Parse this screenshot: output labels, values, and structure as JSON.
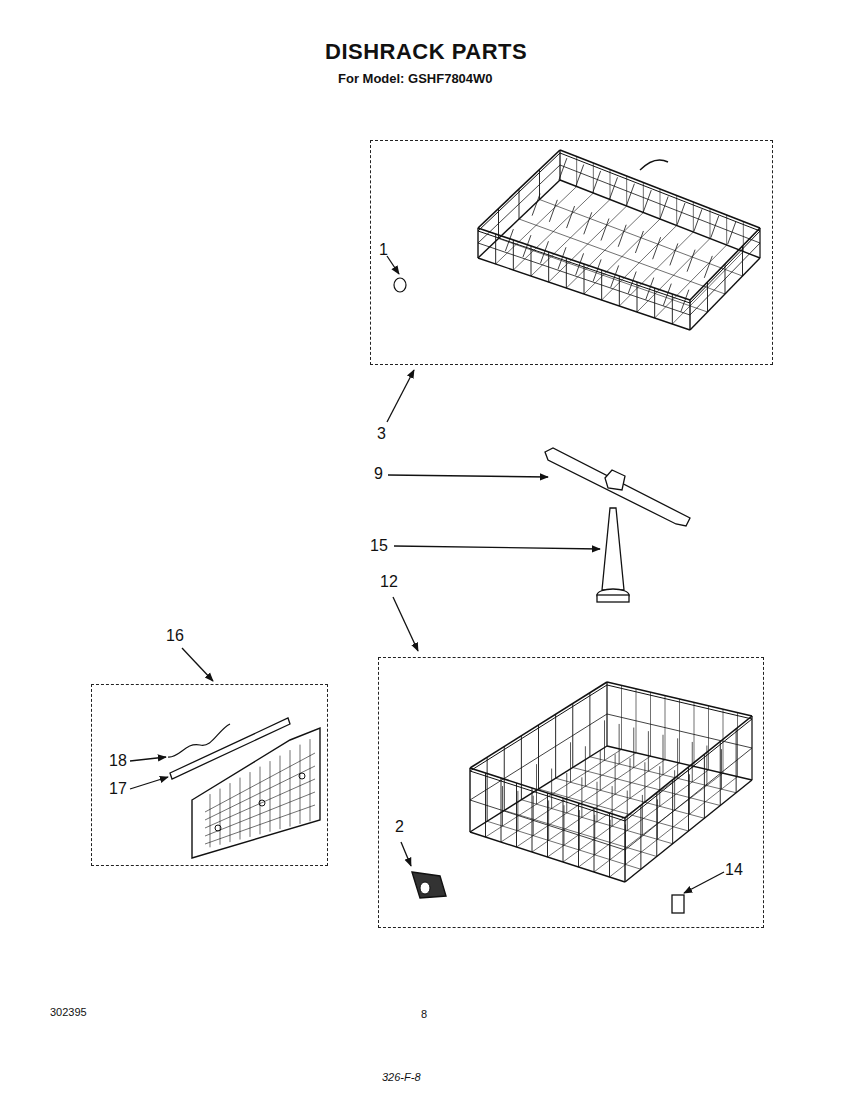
{
  "diagram": {
    "title": "DISHRACK PARTS",
    "nodes": [
      {
        "text": [
          "1"
        ]
      },
      {
        "text": [
          "2",
          "14"
        ]
      },
      {
        "text": [
          "18",
          "17"
        ]
      }
    ],
    "labels": [
      "For Model: GSHF7804W0",
      "3",
      "9",
      "15",
      "12",
      "16",
      "302395",
      "8",
      "326-F-8"
    ]
  }
}
